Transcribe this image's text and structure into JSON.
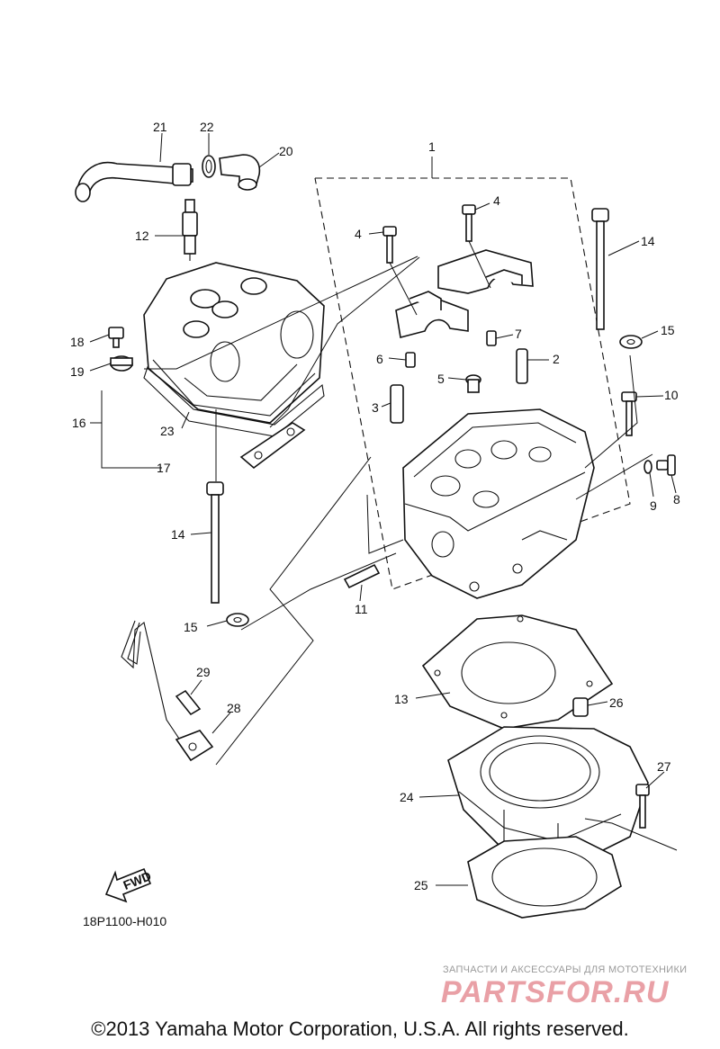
{
  "callouts": [
    {
      "id": "c1",
      "label": "1"
    },
    {
      "id": "c2",
      "label": "2"
    },
    {
      "id": "c3",
      "label": "3"
    },
    {
      "id": "c4a",
      "label": "4"
    },
    {
      "id": "c4b",
      "label": "4"
    },
    {
      "id": "c5",
      "label": "5"
    },
    {
      "id": "c6",
      "label": "6"
    },
    {
      "id": "c7",
      "label": "7"
    },
    {
      "id": "c8",
      "label": "8"
    },
    {
      "id": "c9",
      "label": "9"
    },
    {
      "id": "c10",
      "label": "10"
    },
    {
      "id": "c11",
      "label": "11"
    },
    {
      "id": "c12",
      "label": "12"
    },
    {
      "id": "c13",
      "label": "13"
    },
    {
      "id": "c14a",
      "label": "14"
    },
    {
      "id": "c14b",
      "label": "14"
    },
    {
      "id": "c15a",
      "label": "15"
    },
    {
      "id": "c15b",
      "label": "15"
    },
    {
      "id": "c16",
      "label": "16"
    },
    {
      "id": "c17",
      "label": "17"
    },
    {
      "id": "c18",
      "label": "18"
    },
    {
      "id": "c19",
      "label": "19"
    },
    {
      "id": "c20",
      "label": "20"
    },
    {
      "id": "c21",
      "label": "21"
    },
    {
      "id": "c22",
      "label": "22"
    },
    {
      "id": "c23",
      "label": "23"
    },
    {
      "id": "c24",
      "label": "24"
    },
    {
      "id": "c25",
      "label": "25"
    },
    {
      "id": "c26",
      "label": "26"
    },
    {
      "id": "c27",
      "label": "27"
    },
    {
      "id": "c28",
      "label": "28"
    },
    {
      "id": "c29",
      "label": "29"
    }
  ],
  "fwd_label": "FWD",
  "diagram_code": "18P1100-H010",
  "watermark": {
    "small": "ЗАПЧАСТИ И АКСЕССУАРЫ ДЛЯ МОТОТЕХНИКИ",
    "brand": "PARTSFOR.RU"
  },
  "copyright": "©2013 Yamaha Motor Corporation, U.S.A. All rights reserved."
}
